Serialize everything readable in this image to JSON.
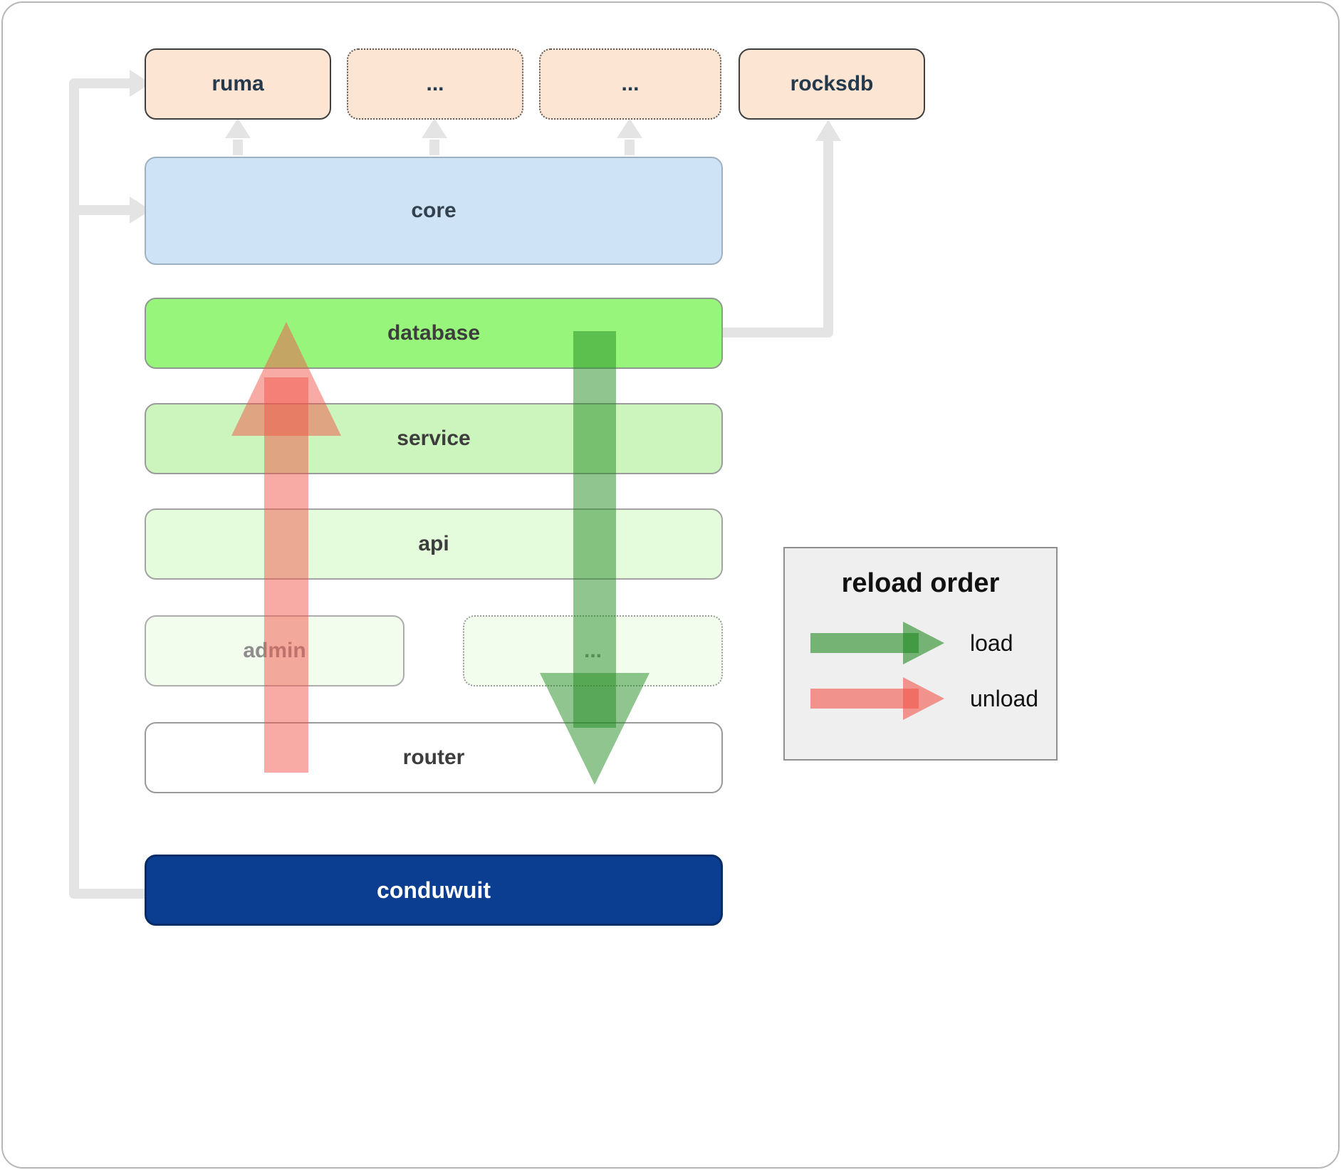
{
  "top_row": {
    "ruma": "ruma",
    "dots1": "...",
    "dots2": "...",
    "rocksdb": "rocksdb"
  },
  "layers": {
    "core": "core",
    "database": "database",
    "service": "service",
    "api": "api",
    "admin": "admin",
    "dots": "...",
    "router": "router",
    "conduwuit": "conduwuit"
  },
  "legend": {
    "title": "reload order",
    "load": "load",
    "unload": "unload"
  },
  "colors": {
    "peach_fill": "#fce5d3",
    "blue_fill": "#cfe3f7",
    "green_bright": "#97f57c",
    "green_mid": "#ccf5bd",
    "green_light": "#e4fbdc",
    "green_faint": "#f2fdee",
    "navy_fill": "#0b3d91",
    "gray_line": "#e4e4e4",
    "load_arrow": "#228b22",
    "unload_arrow": "#f2554a",
    "legend_bg": "#efefef"
  }
}
